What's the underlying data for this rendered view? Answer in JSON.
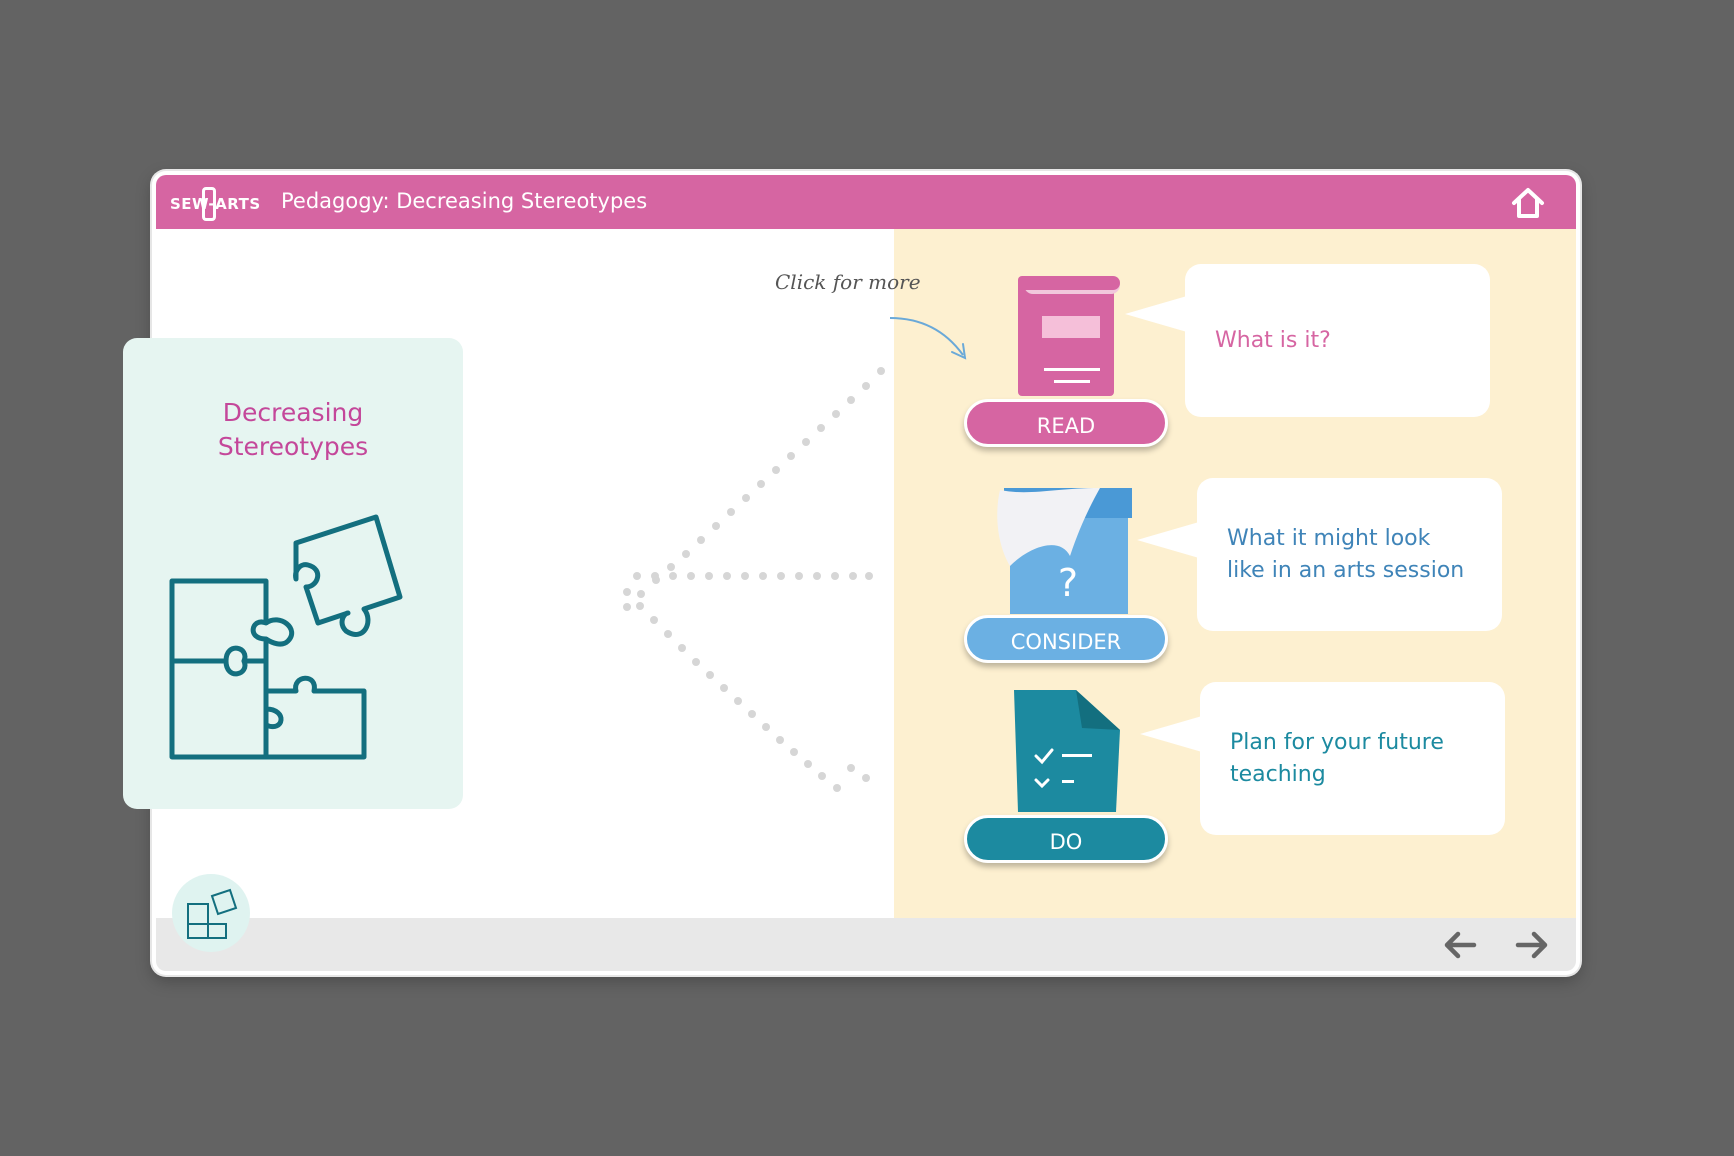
{
  "header": {
    "logo_text": "SEW-ARTS",
    "title": "Pedagogy: Decreasing Stereotypes",
    "home_icon": "home-icon"
  },
  "card": {
    "title_line1": "Decreasing",
    "title_line2": "Stereotypes",
    "icon": "puzzle-icon"
  },
  "hint": "Click for more",
  "items": [
    {
      "icon": "book-icon",
      "label": "READ",
      "color": "#d665a2",
      "bubble": "What is it?",
      "bubble_color": "#d665a2"
    },
    {
      "icon": "question-box-icon",
      "label": "CONSIDER",
      "color": "#6bb0e3",
      "bubble": "What it might look like in an arts session",
      "bubble_color": "#3f84b8"
    },
    {
      "icon": "checklist-icon",
      "label": "DO",
      "color": "#1c8aa0",
      "bubble": "Plan for your future teaching",
      "bubble_color": "#1c8aa0"
    }
  ],
  "colors": {
    "header": "#d665a2",
    "right_panel": "#fdf0d0",
    "card": "#e6f5f1",
    "teal": "#136f7f"
  },
  "footer": {
    "prev_icon": "arrow-left-icon",
    "next_icon": "arrow-right-icon"
  }
}
